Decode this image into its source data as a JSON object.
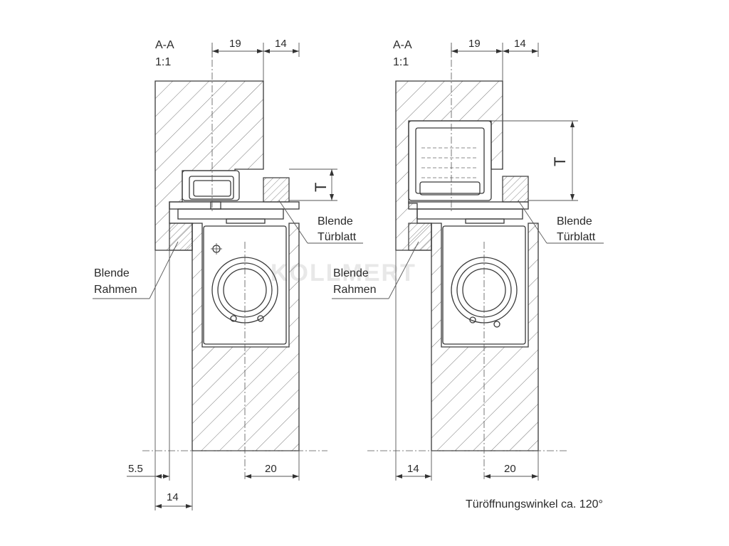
{
  "figure": {
    "note": "Türöffnungswinkel ca. 120°",
    "watermark": "KOLLMERT"
  },
  "left_view": {
    "section": "A-A",
    "scale": "1:1",
    "dim_top_a": "19",
    "dim_top_b": "14",
    "dim_bottom_left_a": "5.5",
    "dim_bottom_left_b": "14",
    "dim_bottom_right": "20",
    "depth_label": "T",
    "callout_turblatt_1": "Blende",
    "callout_turblatt_2": "Türblatt",
    "callout_rahmen_1": "Blende",
    "callout_rahmen_2": "Rahmen"
  },
  "right_view": {
    "section": "A-A",
    "scale": "1:1",
    "dim_top_a": "19",
    "dim_top_b": "14",
    "dim_bottom_left": "14",
    "dim_bottom_right": "20",
    "depth_label": "T",
    "callout_turblatt_1": "Blende",
    "callout_turblatt_2": "Türblatt",
    "callout_rahmen_1": "Blende",
    "callout_rahmen_2": "Rahmen"
  }
}
